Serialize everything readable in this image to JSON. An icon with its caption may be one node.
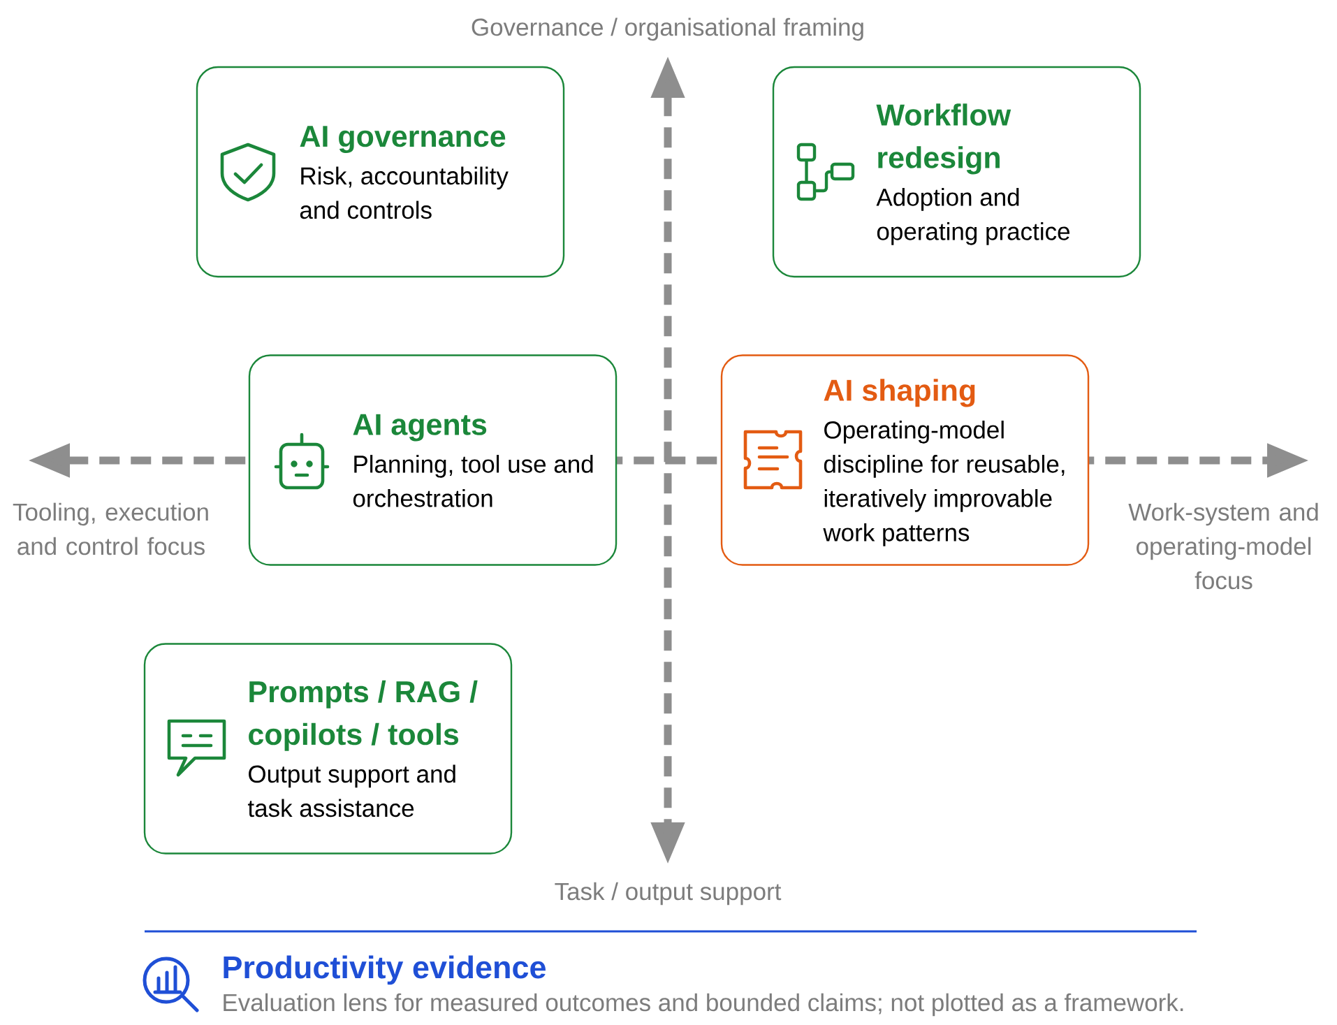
{
  "diagram": {
    "nodes": [
      {
        "text": [
          "AI governance",
          "Risk, accountability and controls"
        ]
      },
      {
        "text": [
          "Workflow redesign",
          "Adoption and operating practice"
        ]
      },
      {
        "text": [
          "AI agents",
          "Planning, tool use and orchestration"
        ]
      },
      {
        "text": [
          "AI shaping",
          "Operating-model discipline for reusable, iteratively improvable work patterns"
        ]
      },
      {
        "text": [
          "Prompts / RAG / copilots / tools",
          "Output support and task assistance"
        ]
      }
    ],
    "labels": [
      "Governance / organisational framing",
      "Tooling, execution and control focus",
      "Work-system and operating-model focus",
      "Task / output support",
      "Productivity evidence",
      "Evaluation lens for measured outcomes and bounded claims; not plotted as a framework."
    ]
  }
}
